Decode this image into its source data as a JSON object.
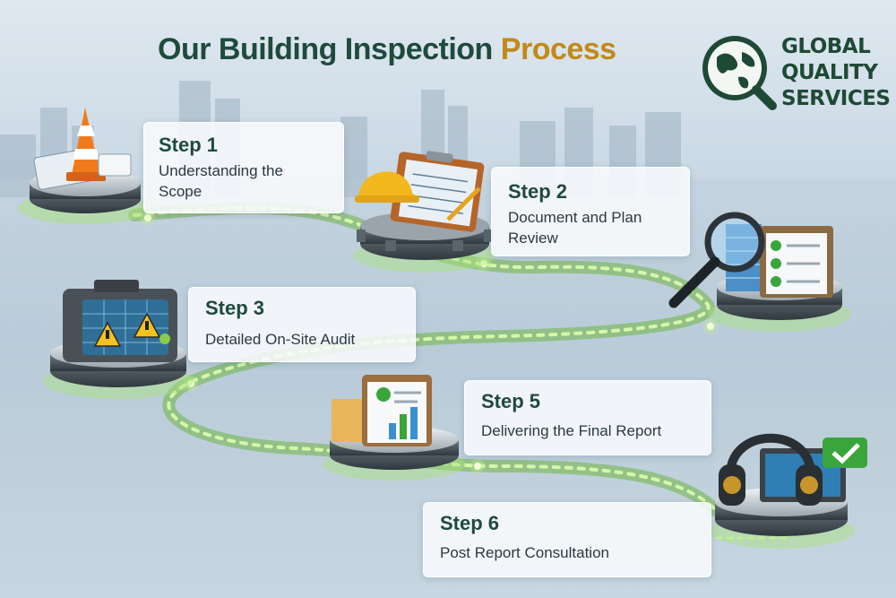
{
  "title": {
    "main": "Our Building Inspection ",
    "accent": "Process"
  },
  "logo": {
    "line1": "GLOBAL",
    "line2": "QUALITY",
    "line3": "SERVICES"
  },
  "steps": [
    {
      "label": "Step 1",
      "desc": "Understanding the Scope",
      "icon": "traffic-cone-blueprint-icon"
    },
    {
      "label": "Step 2",
      "desc": "Document and Plan Review",
      "icon": "hardhat-clipboard-gear-icon"
    },
    {
      "label": "",
      "desc": "",
      "icon": "magnifier-building-checklist-icon"
    },
    {
      "label": "Step 3",
      "desc": "Detailed On-Site Audit",
      "icon": "camera-warning-icon"
    },
    {
      "label": "Step 5",
      "desc": "Delivering the Final Report",
      "icon": "report-clipboard-chart-icon"
    },
    {
      "label": "Step 6",
      "desc": "Post Report Consultation",
      "icon": "headset-monitor-check-icon"
    }
  ],
  "colors": {
    "brand_green": "#1f4a3c",
    "accent_gold": "#c08a1a",
    "path_green": "#8ed05a"
  }
}
